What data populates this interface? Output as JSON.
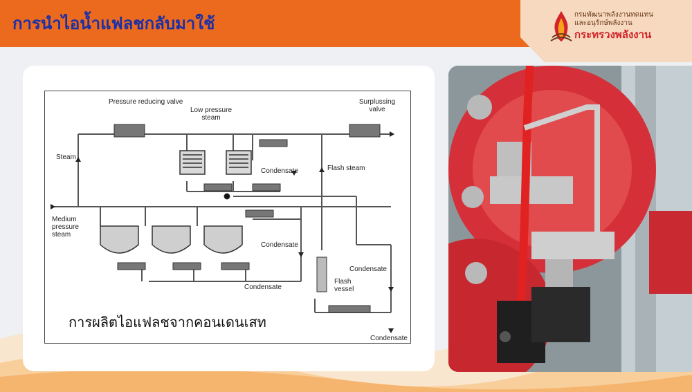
{
  "header": {
    "title": "การนำไอน้ำแฟลชกลับมาใช้"
  },
  "logo": {
    "line1": "กรมพัฒนาพลังงานทดแทน",
    "line2": "และอนุรักษ์พลังงาน",
    "line3": "กระทรวงพลังงาน"
  },
  "diagram": {
    "labels": {
      "pressure_reducing_valve": "Pressure reducing valve",
      "low_pressure_steam": "Low pressure steam",
      "surplussing_valve": "Surplussing valve",
      "steam": "Steam",
      "condensate_top": "Condensate",
      "flash_steam": "Flash steam",
      "medium_pressure_steam": "Medium pressure steam",
      "condensate_mid": "Condensate",
      "condensate_right": "Condensate",
      "flash_vessel": "Flash vessel",
      "condensate_bottom": "Condensate",
      "condensate_exit": "Condensate"
    },
    "caption": "การผลิตไอแฟลชจากคอนเดนเสท"
  },
  "colors": {
    "header_orange": "#ec6a1d",
    "title_blue": "#1a2fa8",
    "logo_red": "#d2232a"
  }
}
